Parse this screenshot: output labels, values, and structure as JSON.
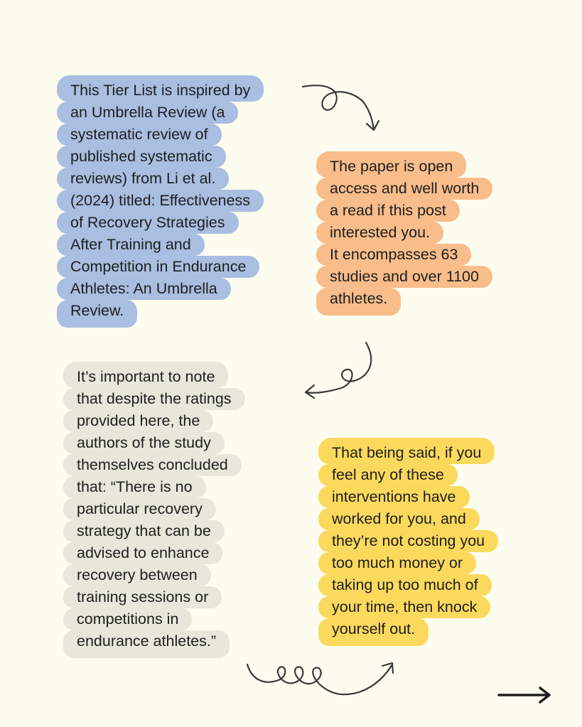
{
  "blocks": {
    "intro": {
      "color": "#a9bee0",
      "lines": [
        "This Tier List is inspired by",
        "an Umbrella Review (a",
        "systematic review of",
        "published systematic",
        "reviews) from Li et al.",
        "(2024) titled: Effectiveness",
        "of Recovery Strategies",
        "After Training and",
        "Competition in Endurance",
        "Athletes: An Umbrella",
        "Review."
      ]
    },
    "access": {
      "color": "#f8bd8b",
      "lines": [
        "The paper is open",
        "access and well worth",
        "a read if this post",
        "interested you.",
        " ",
        "It encompasses 63",
        "studies and over 1100",
        "athletes."
      ]
    },
    "note": {
      "color": "#e7e7da",
      "lines": [
        "It’s important to note",
        "that despite the ratings",
        "provided here, the",
        "authors of the study",
        "themselves concluded",
        "that: “There is no",
        "particular recovery",
        "strategy that can be",
        "advised to enhance",
        "recovery between",
        "training sessions or",
        "competitions in",
        "endurance athletes.”"
      ]
    },
    "advice": {
      "color": "#fbd95c",
      "lines": [
        "That being said, if you",
        "feel any of these",
        "interventions have",
        "worked for you, and",
        "they’re not costing you",
        "too much money or",
        "taking up too much of",
        "your time, then knock",
        "yourself out."
      ]
    }
  },
  "icons": [
    "curly-arrow-icon",
    "curly-arrow-icon",
    "curly-arrow-icon",
    "next-arrow-icon"
  ]
}
